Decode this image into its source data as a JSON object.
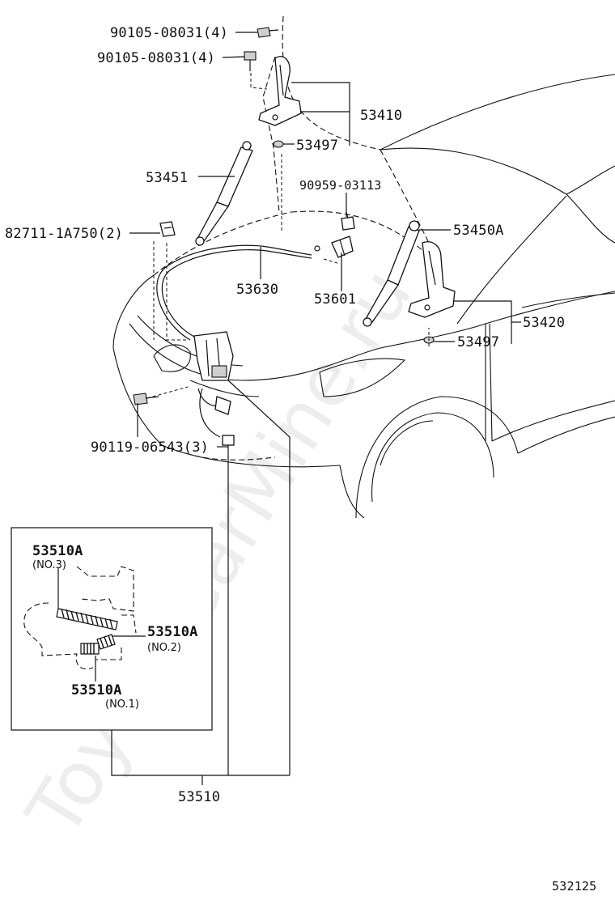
{
  "watermark": "ToyotaCarMine.ru",
  "diagram_id": "532125",
  "labels": {
    "p90105_top": "90105-08031(4)",
    "p90105_bot": "90105-08031(4)",
    "p53410": "53410",
    "p53497_upper": "53497",
    "p53451": "53451",
    "p90959": "90959-03113",
    "p82711": "82711-1A750(2)",
    "p53450A": "53450A",
    "p53630": "53630",
    "p53601": "53601",
    "p53420": "53420",
    "p53497_lower": "53497",
    "p90119": "90119-06543(3)",
    "p53510": "53510"
  },
  "inset": {
    "no3_part": "53510A",
    "no3_sub": "(NO.3)",
    "no2_part": "53510A",
    "no2_sub": "(NO.2)",
    "no1_part": "53510A",
    "no1_sub": "(NO.1)"
  }
}
